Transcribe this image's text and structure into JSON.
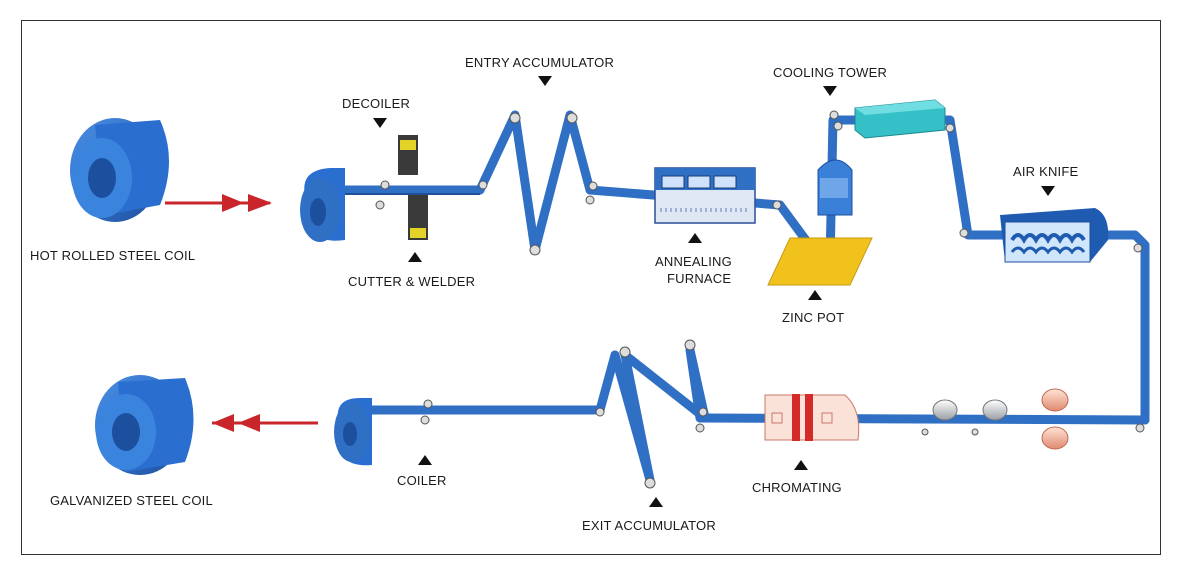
{
  "labels": {
    "hot_rolled": "HOT ROLLED STEEL COIL",
    "decoiler": "DECOILER",
    "cutter_welder": "CUTTER & WELDER",
    "entry_accumulator": "ENTRY ACCUMULATOR",
    "annealing_1": "ANNEALING",
    "annealing_2": "FURNACE",
    "cooling_tower": "COOLING TOWER",
    "zinc_pot": "ZINC POT",
    "air_knife": "AIR KNIFE",
    "chromating": "CHROMATING",
    "exit_accumulator": "EXIT ACCUMULATOR",
    "coiler": "COILER",
    "galvanized": "GALVANIZED STEEL COIL"
  },
  "colors": {
    "strip": "#2f6fc4",
    "strip_dark": "#1f4f96",
    "coil": "#2a6fd0",
    "arrow": "#c8262b",
    "cooling": "#35c0c8",
    "zinc": "#f2c21c",
    "chromate_band": "#d42a2a"
  }
}
